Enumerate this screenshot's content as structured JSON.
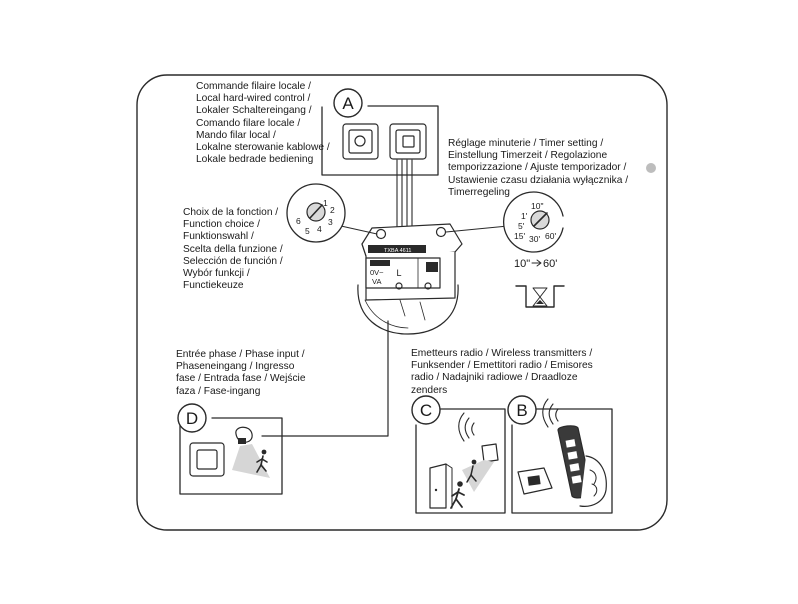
{
  "labels": {
    "A": "A",
    "B": "B",
    "C": "C",
    "D": "D"
  },
  "captions": {
    "local_control": "Commande filaire locale /\nLocal hard-wired control /\nLokaler Schaltereingang /\nComando filare locale /\nMando filar local /\nLokalne sterowanie kablowe /\nLokale bedrade bediening",
    "timer_setting": "Réglage minuterie / Timer setting /\nEinstellung Timerzeit / Regolazione\ntemporizzazione / Ajuste temporizador /\nUstawienie czasu działania wyłącznika /\nTimerregeling",
    "function_choice": "Choix de la fonction /\nFunction choice /\nFunktionswahl /\nScelta della funzione /\nSelección de función /\nWybór funkcji /\nFunctiekeuze",
    "phase_input": "Entrée phase / Phase input /\nPhaseneingang / Ingresso\nfase / Entrada fase / Wejście\nfaza / Fase-ingang",
    "radio_transmitters": "Emetteurs radio / Wireless transmitters /\nFunksender / Emettitori radio / Emisores\nradio / Nadajniki radiowe / Draadloze\nzenders"
  },
  "timer_dial": {
    "values": [
      "10\"",
      "1'",
      "5'",
      "15'",
      "30'",
      "60'"
    ],
    "range_from": "10\"",
    "range_to": "60'"
  },
  "function_dial": {
    "values": [
      "1",
      "2",
      "3",
      "4",
      "5",
      "6"
    ]
  },
  "module": {
    "model": "TXBA 4611",
    "terminal_text": "0V~\nVA",
    "terminal_l": "L"
  }
}
